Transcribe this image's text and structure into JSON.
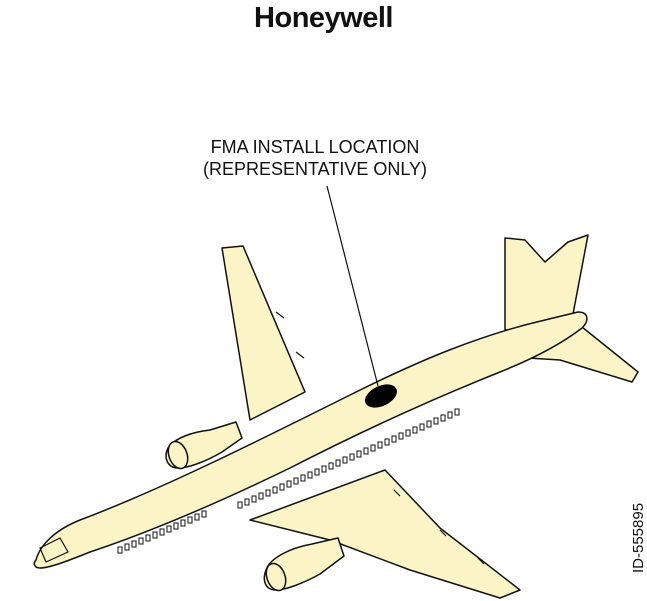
{
  "brand": {
    "logo_text": "Honeywell"
  },
  "callout": {
    "line1": "FMA INSTALL LOCATION",
    "line2": "(REPRESENTATIVE ONLY)"
  },
  "figure_id": "ID-555895",
  "colors": {
    "fuselage_fill": "#fbf4c6",
    "outline": "#111111",
    "install_marker": "#000000"
  }
}
